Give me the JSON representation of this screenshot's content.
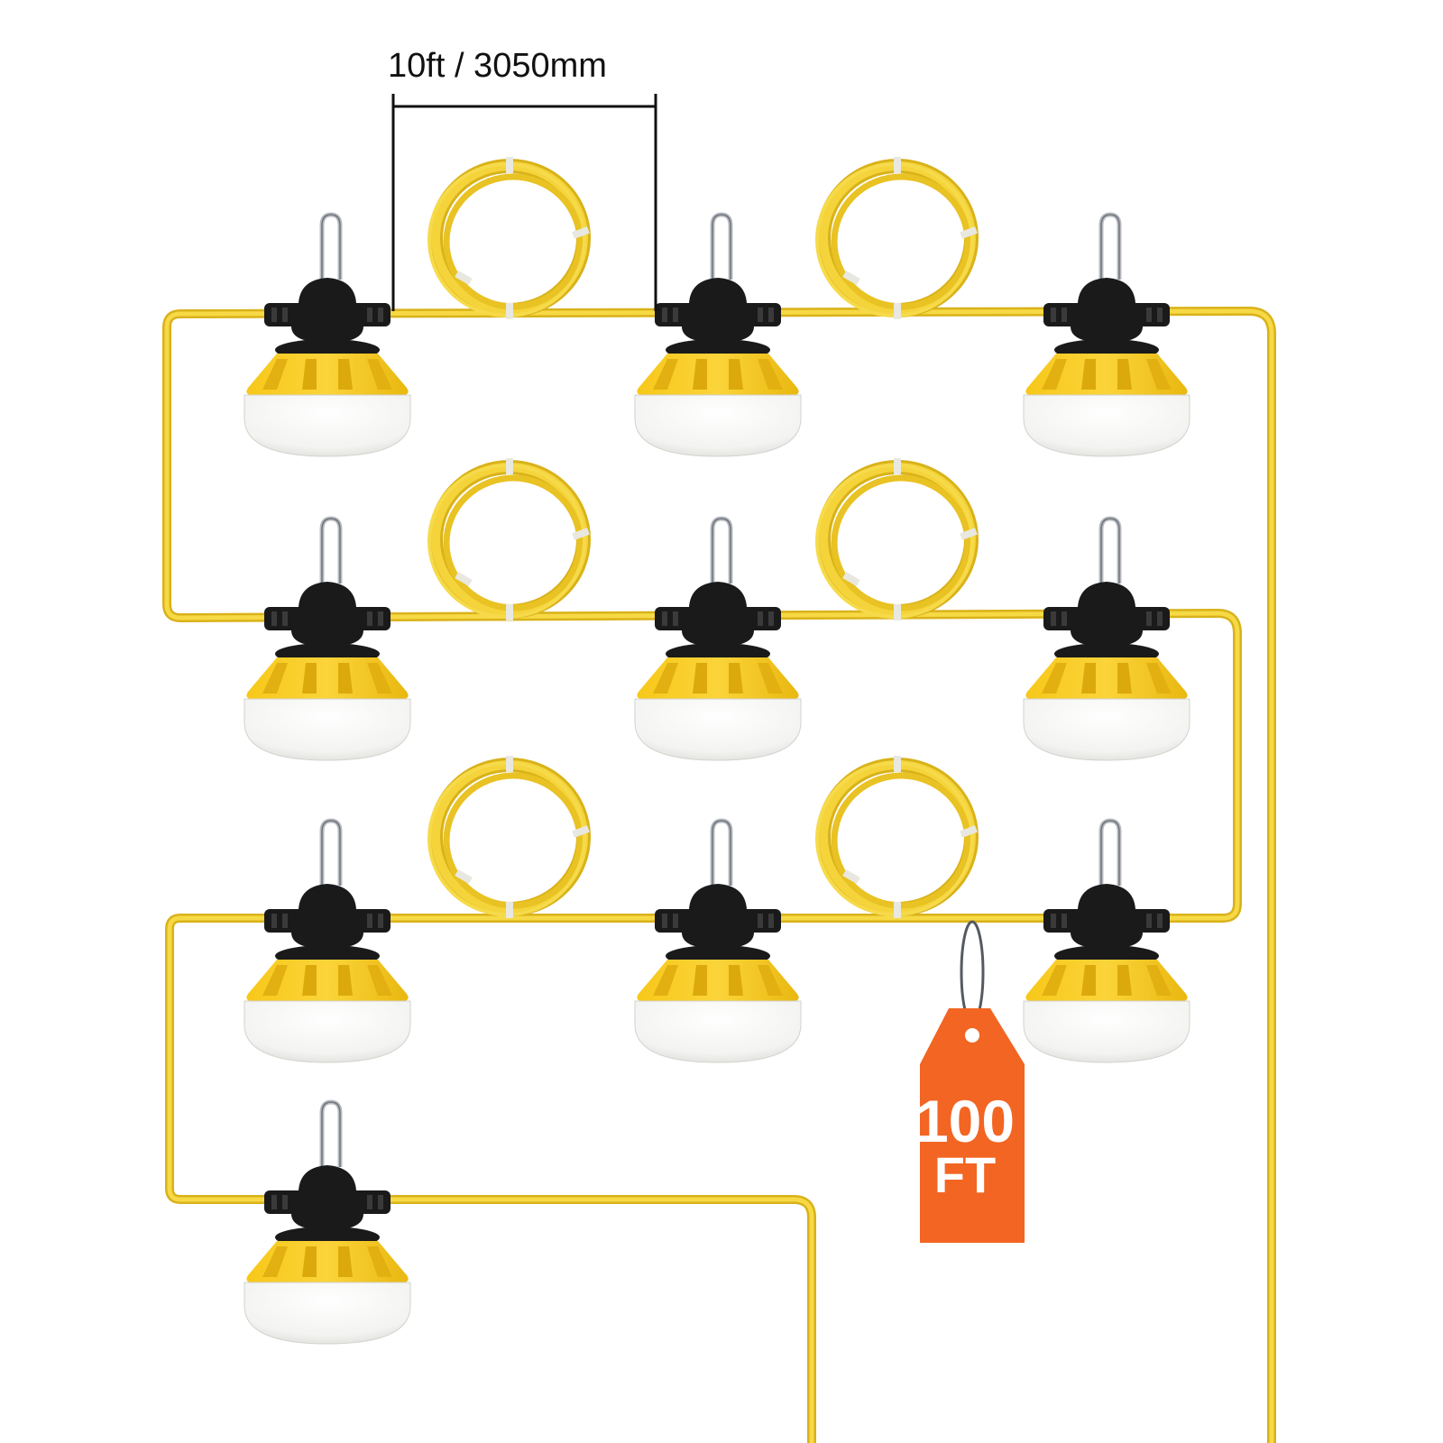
{
  "dimension": {
    "label": "10ft / 3050mm"
  },
  "tag": {
    "line1": "100",
    "line2": "FT"
  },
  "product": {
    "light_count": 10
  },
  "colors": {
    "cord": "#f2cf2e",
    "cord_dark": "#d9b21a",
    "housing": "#f5c518",
    "housing_shadow": "#dca90c",
    "cap": "#1a1a1a",
    "globe": "#f2f2f0",
    "tag": "#f26522",
    "carabiner": "#b8bcc2"
  }
}
